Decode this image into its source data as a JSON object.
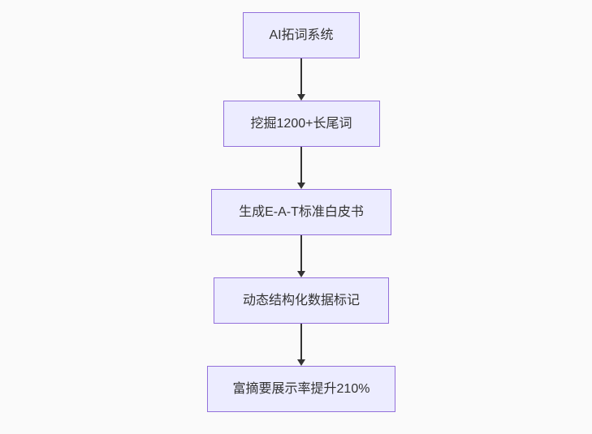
{
  "canvas": {
    "background_color": "#fafafa"
  },
  "flowchart": {
    "type": "flowchart",
    "direction": "top-down",
    "style": {
      "node_fill_color": "#ececff",
      "node_border_color": "#9370db",
      "text_color": "#333333",
      "arrow_color": "#333333"
    },
    "nodes": [
      {
        "label": "AI拓词系统"
      },
      {
        "label": "挖掘1200+长尾词"
      },
      {
        "label": "生成E-A-T标准白皮书"
      },
      {
        "label": "动态结构化数据标记"
      },
      {
        "label": "富摘要展示率提升210%"
      }
    ],
    "edges": [
      {
        "from": 0,
        "to": 1
      },
      {
        "from": 1,
        "to": 2
      },
      {
        "from": 2,
        "to": 3
      },
      {
        "from": 3,
        "to": 4
      }
    ]
  }
}
